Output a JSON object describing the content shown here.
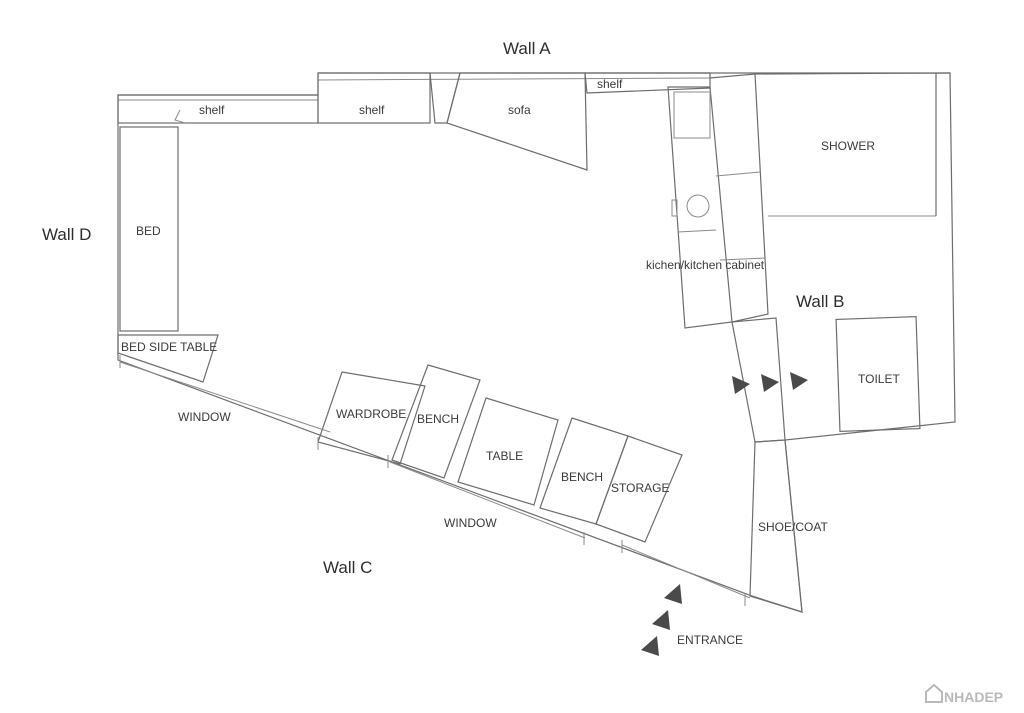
{
  "walls": {
    "a": "Wall A",
    "b": "Wall B",
    "c": "Wall C",
    "d": "Wall D"
  },
  "rooms": {
    "shelf_1": "shelf",
    "shelf_2": "shelf",
    "shelf_3": "shelf",
    "sofa": "sofa",
    "shower": "SHOWER",
    "bed": "BED",
    "kitchen": "kichen/kitchen cabinet",
    "bed_side_table": "BED SIDE TABLE",
    "toilet": "TOILET",
    "window_1": "WINDOW",
    "window_2": "WINDOW",
    "wardrobe": "WARDROBE",
    "bench_1": "BENCH",
    "table": "TABLE",
    "bench_2": "BENCH",
    "storage": "STORAGE",
    "shoe_coat": "SHOE/COAT",
    "entrance": "ENTRANCE"
  },
  "watermark": {
    "logo_text": "NHADEP",
    "logo_icon": "house-icon"
  },
  "colors": {
    "line": "#6d6d6d",
    "arrow": "#4a4a4a"
  }
}
